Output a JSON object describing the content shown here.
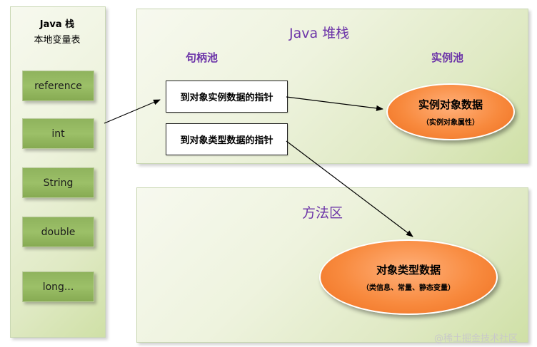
{
  "stack": {
    "title": "Java 栈",
    "subtitle": "本地变量表",
    "slots": [
      "reference",
      "int",
      "String",
      "double",
      "long..."
    ]
  },
  "heap": {
    "title": "Java 堆栈",
    "handle_pool_label": "句柄池",
    "instance_pool_label": "实例池",
    "pointer_instance": "到对象实例数据的指针",
    "pointer_type": "到对象类型数据的指针",
    "instance_data_title": "实例对象数据",
    "instance_data_sub": "（实例对象属性）"
  },
  "method_area": {
    "title": "方法区",
    "type_data_title": "对象类型数据",
    "type_data_sub": "（类信息、常量、静态变量）"
  },
  "watermark": "@稀土掘金技术社区",
  "colors": {
    "accent_purple": "#6c34a8",
    "slot_green": "#9cc068",
    "ellipse_orange": "#f88a3e",
    "panel_green": "#dfe9c3"
  }
}
